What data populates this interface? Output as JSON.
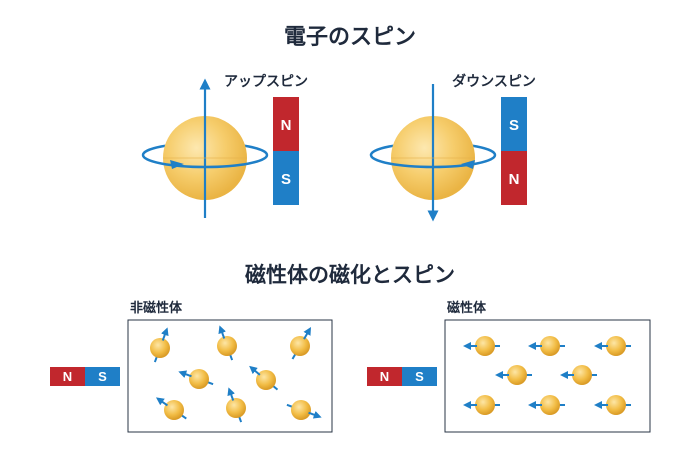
{
  "title": "電子のスピン",
  "up_spin": {
    "label": "アップスピン",
    "magnet_top": "N",
    "magnet_bottom": "S"
  },
  "down_spin": {
    "label": "ダウンスピン",
    "magnet_top": "S",
    "magnet_bottom": "N"
  },
  "section_title": "磁性体の磁化とスピン",
  "nonmagnetic": {
    "label": "非磁性体",
    "magnet_left": "N",
    "magnet_right": "S"
  },
  "magnetic": {
    "label": "磁性体",
    "magnet_left": "N",
    "magnet_right": "S"
  },
  "colors": {
    "north": "#c1272d",
    "south": "#1f7fc7",
    "arrow": "#1f7fc7",
    "sphere": "#f3c04f",
    "text": "#1f2a3c"
  }
}
